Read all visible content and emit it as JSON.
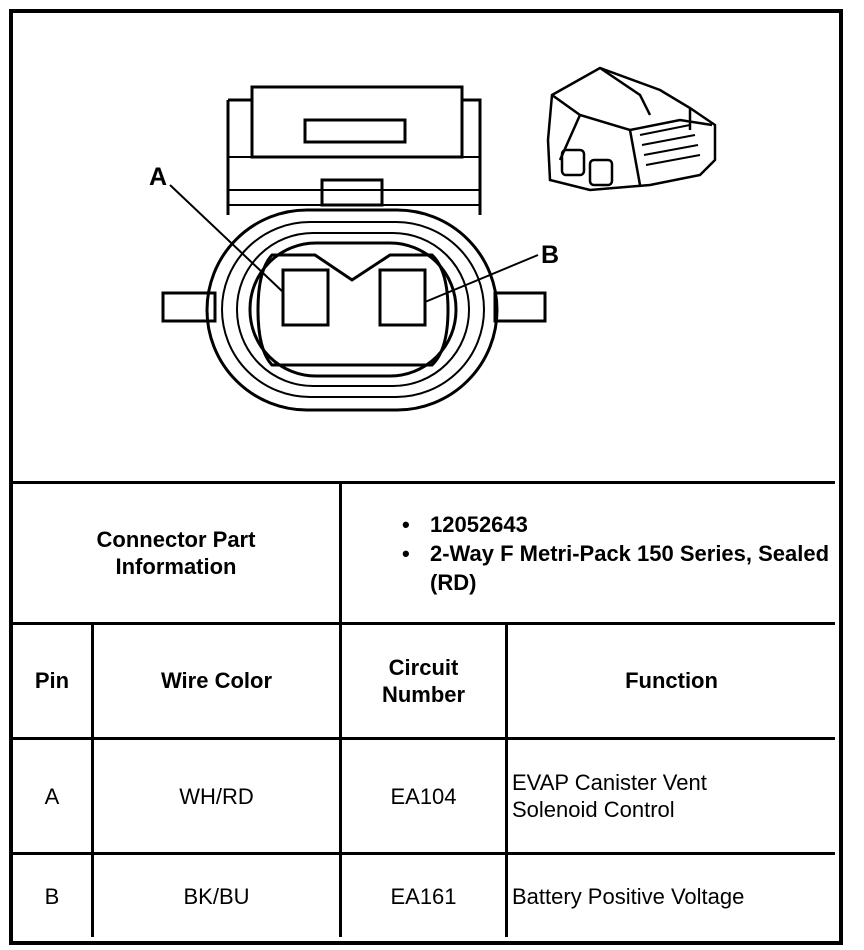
{
  "diagram": {
    "pin_label_a": "A",
    "pin_label_b": "B"
  },
  "connector_info": {
    "heading": "Connector Part Information",
    "items": [
      "12052643",
      "2-Way F Metri-Pack 150 Series, Sealed (RD)"
    ]
  },
  "table": {
    "headers": {
      "pin": "Pin",
      "wire_color": "Wire Color",
      "circuit_number": "Circuit Number",
      "function": "Function"
    },
    "rows": [
      {
        "pin": "A",
        "wire_color": "WH/RD",
        "circuit_number": "EA104",
        "function": "EVAP Canister Vent Solenoid Control"
      },
      {
        "pin": "B",
        "wire_color": "BK/BU",
        "circuit_number": "EA161",
        "function": "Battery Positive Voltage"
      }
    ]
  }
}
